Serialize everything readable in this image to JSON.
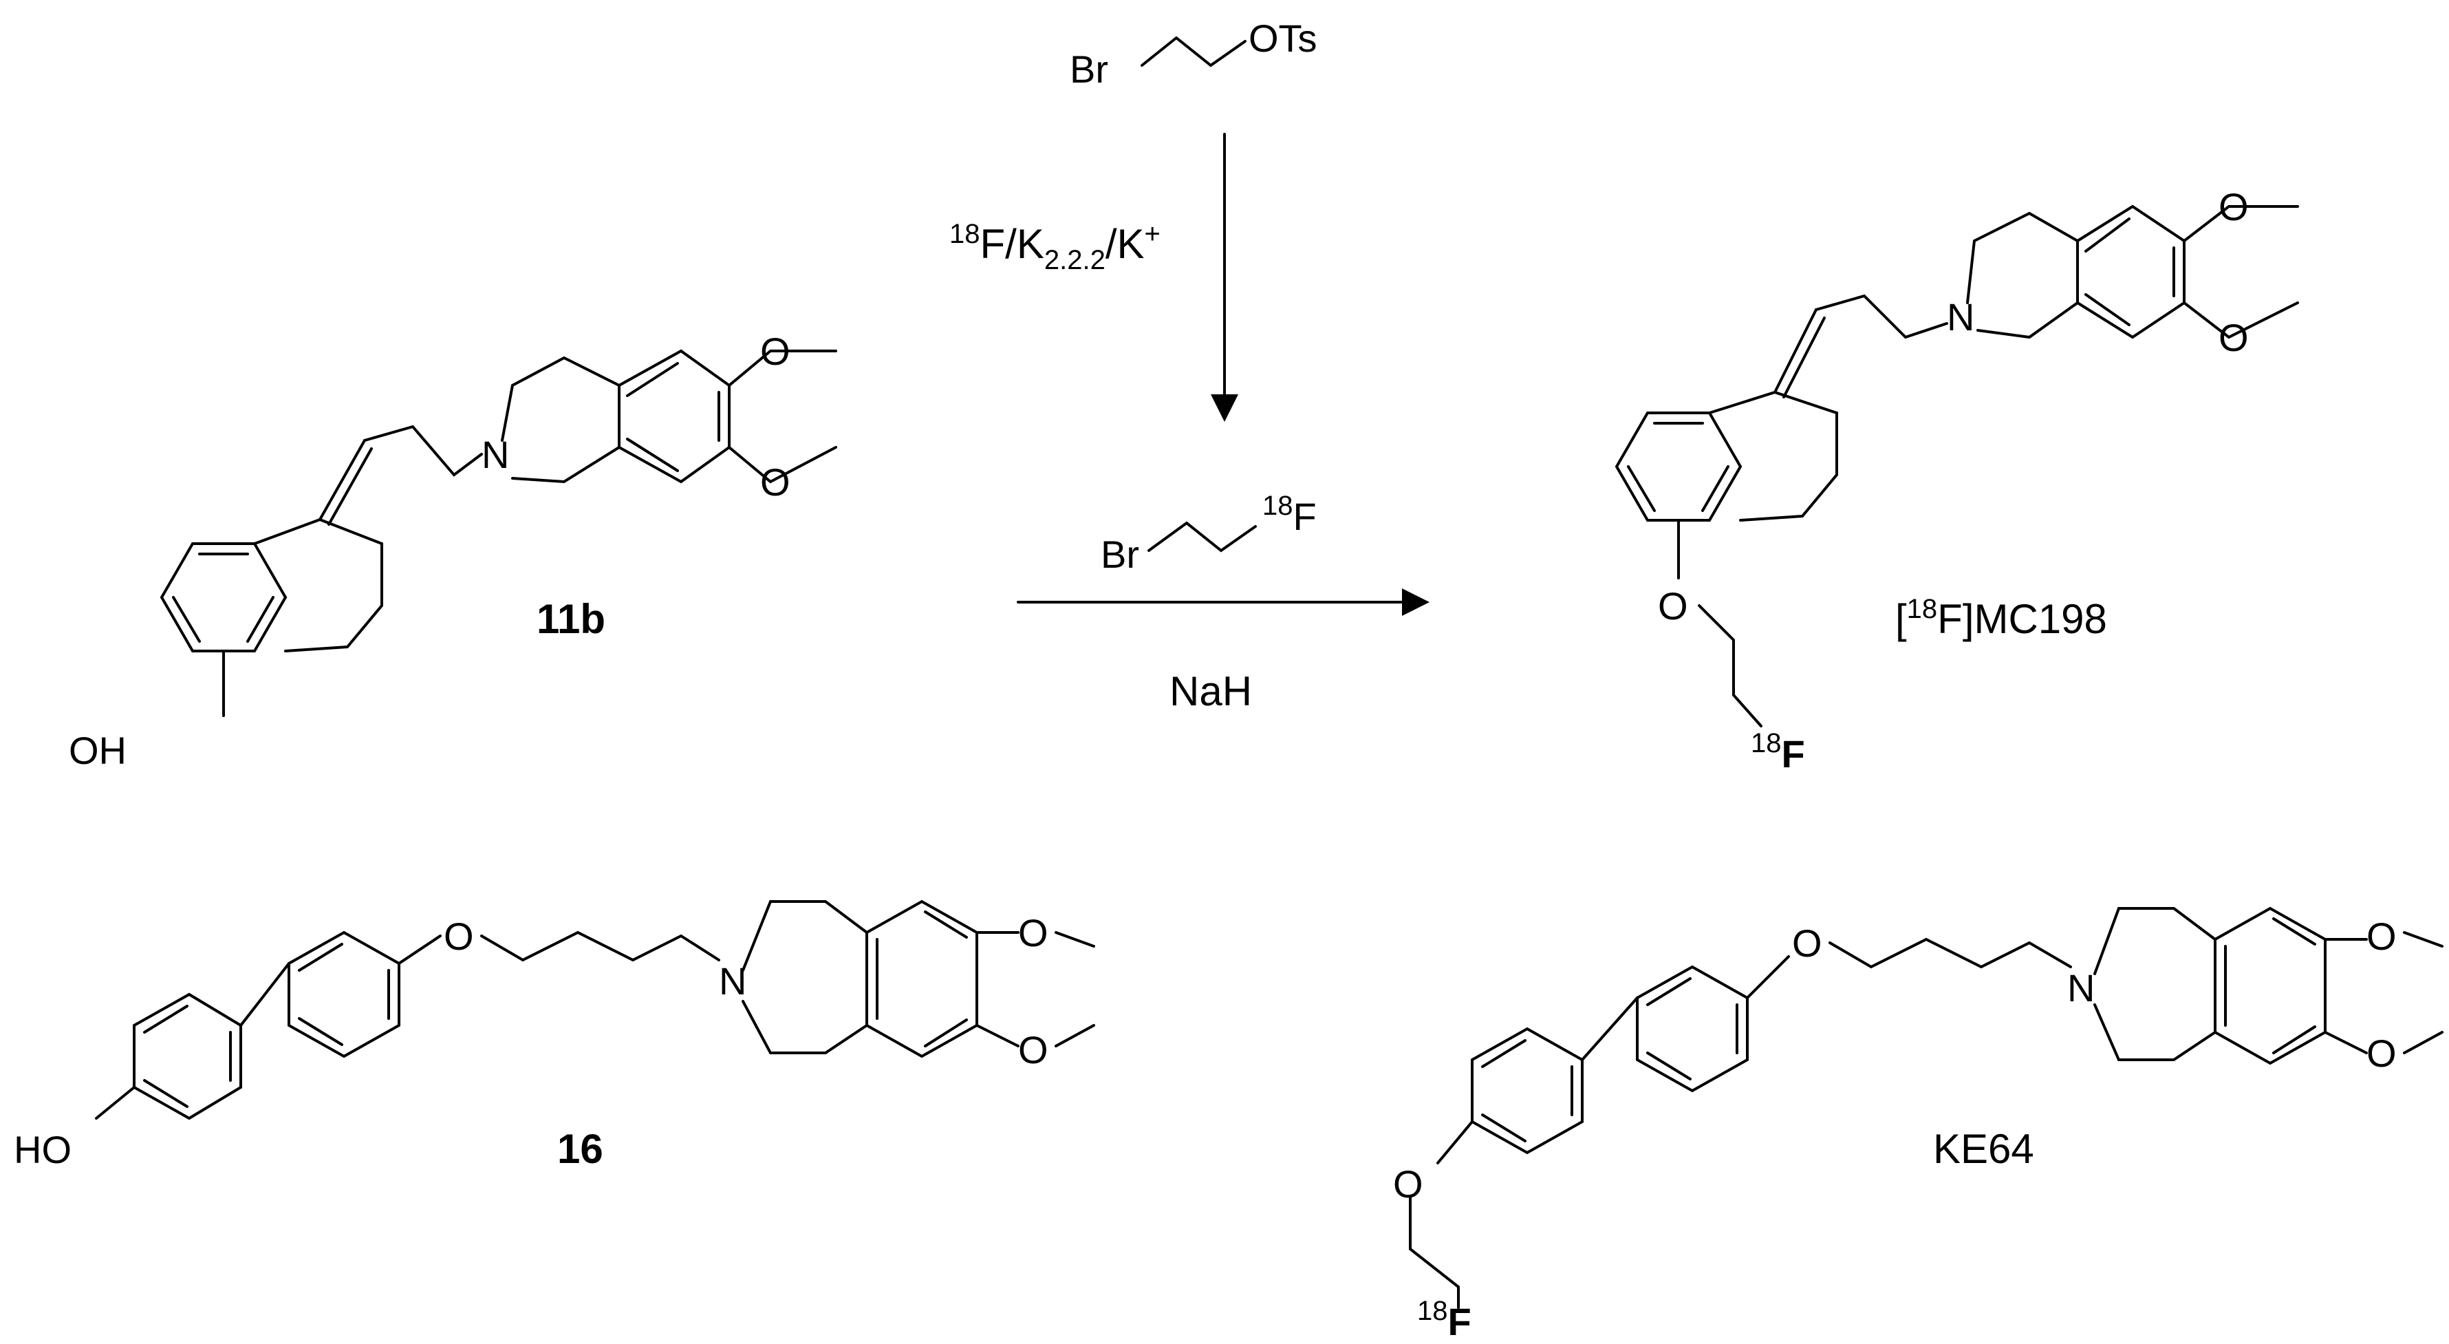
{
  "reagents": {
    "top_reagent": {
      "br": "Br",
      "ots": "OTs"
    },
    "conditions": {
      "f_iso": "18",
      "f": "F/K",
      "k_sub": "2.2.2",
      "k2": "/K",
      "k_sup": "+"
    },
    "mid_reagent": {
      "br": "Br",
      "f_iso": "18",
      "f": "F"
    },
    "base": "NaH"
  },
  "compounds": {
    "c11b": {
      "label": "11b",
      "oh": "OH",
      "n": "N",
      "o1": "O",
      "o2": "O"
    },
    "mc198": {
      "label_pre": "[",
      "label_iso": "18",
      "label_post": "F]MC198",
      "n": "N",
      "o1": "O",
      "o2": "O",
      "o3": "O",
      "f_iso": "18",
      "f": "F"
    },
    "c16": {
      "label": "16",
      "ho": "HO",
      "o": "O",
      "n": "N",
      "o1": "O",
      "o2": "O"
    },
    "ke64": {
      "label": "KE64",
      "o": "O",
      "o_link": "O",
      "n": "N",
      "o1": "O",
      "o2": "O",
      "f_iso": "18",
      "f": "F"
    }
  }
}
